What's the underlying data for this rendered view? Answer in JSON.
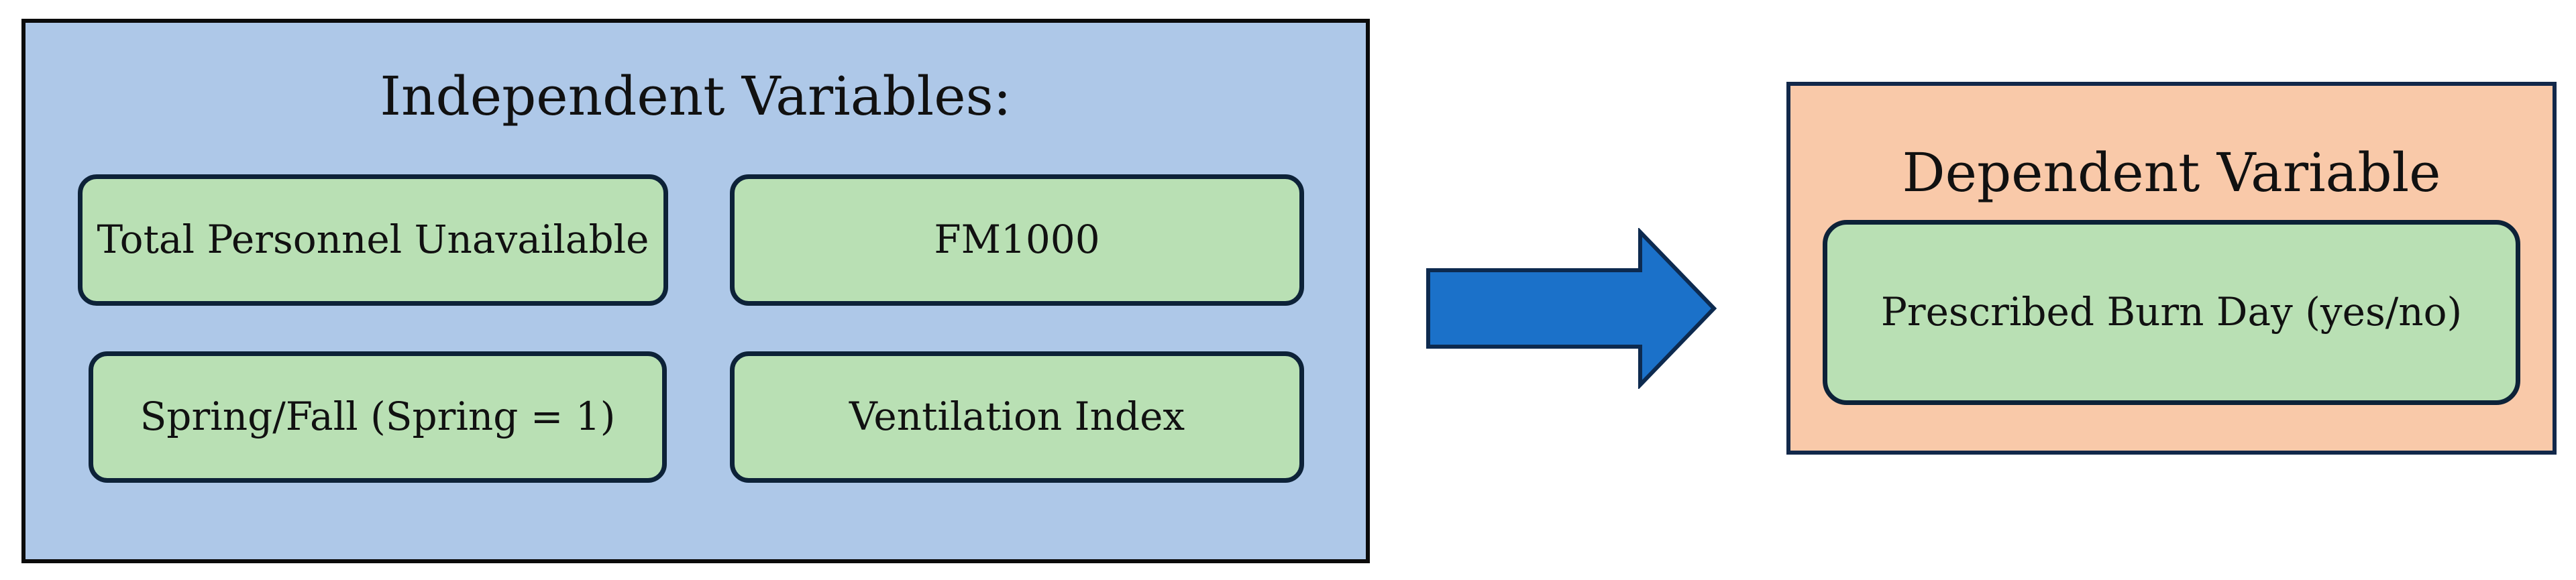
{
  "diagram": {
    "independent": {
      "title": "Independent Variables:",
      "variables": [
        "Total Personnel Unavailable",
        "FM1000",
        "Spring/Fall (Spring = 1)",
        "Ventilation Index"
      ]
    },
    "dependent": {
      "title": "Dependent Variable",
      "variable": "Prescribed Burn Day (yes/no)"
    },
    "colors": {
      "independent_panel": "#aec8e8",
      "dependent_panel": "#f9c9a9",
      "variable_box": "#b9e0b4",
      "arrow": "#1b71c9"
    }
  }
}
